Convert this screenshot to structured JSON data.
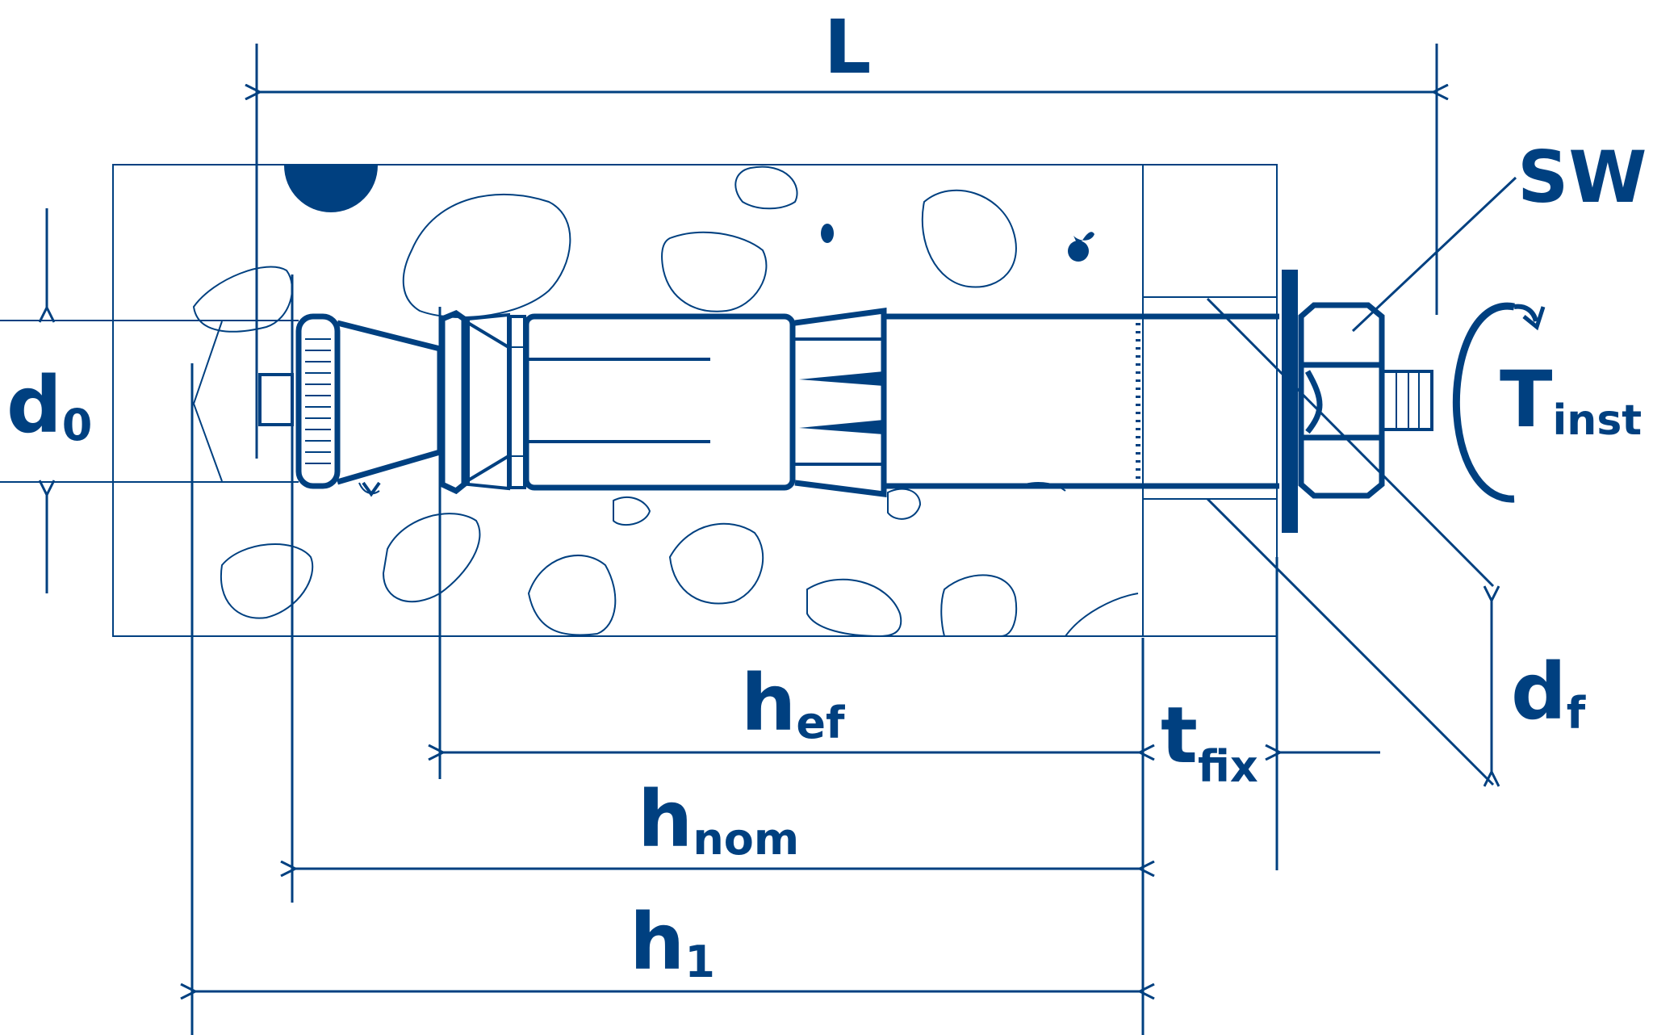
{
  "colors": {
    "primary": "#004080",
    "background": "#ffffff"
  },
  "labels": {
    "L": "L",
    "SW": "SW",
    "d0_main": "d",
    "d0_sub": "0",
    "T_main": "T",
    "T_sub": "inst",
    "hef_main": "h",
    "hef_sub": "ef",
    "tfix_main": "t",
    "tfix_sub": "fix",
    "df_main": "d",
    "df_sub": "f",
    "hnom_main": "h",
    "hnom_sub": "nom",
    "h1_main": "h",
    "h1_sub": "1"
  }
}
